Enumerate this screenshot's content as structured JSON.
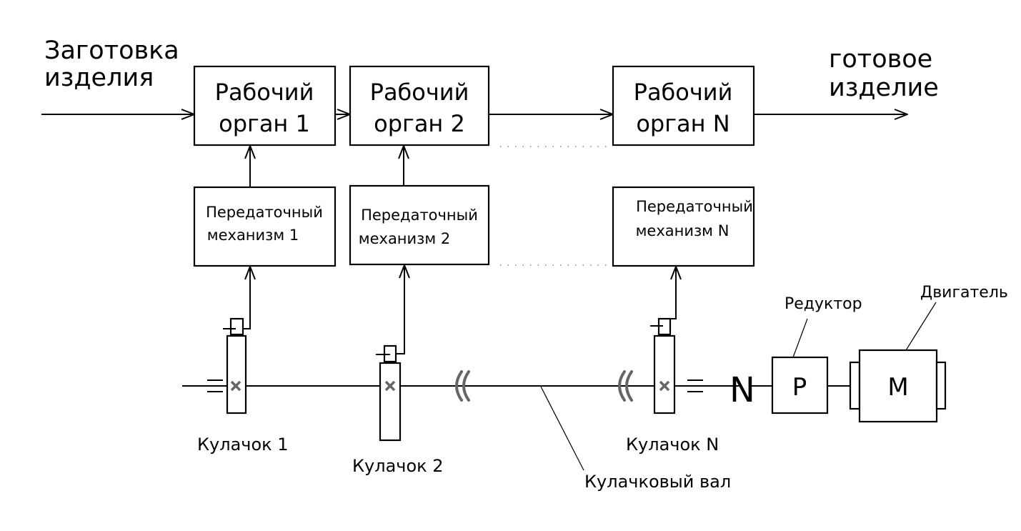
{
  "input_label": [
    "Заготовка",
    "изделия"
  ],
  "output_label": [
    "готовое",
    "изделие"
  ],
  "working_organs": [
    [
      "Рабочий",
      "орган 1"
    ],
    [
      "Рабочий",
      "орган 2"
    ],
    [
      "Рабочий",
      "орган N"
    ]
  ],
  "transmissions": [
    [
      "Передаточный",
      "механизм 1"
    ],
    [
      "Передаточный",
      "механизм 2"
    ],
    [
      "Передаточный",
      "механизм N"
    ]
  ],
  "cams": [
    "Кулачок 1",
    "Кулачок 2",
    "Кулачок N"
  ],
  "camshaft_label": "Кулачковый вал",
  "reducer": {
    "label": "Редуктор",
    "symbol": "P"
  },
  "motor": {
    "label": "Двигатель",
    "symbol": "M"
  },
  "coupling_symbol": "N"
}
